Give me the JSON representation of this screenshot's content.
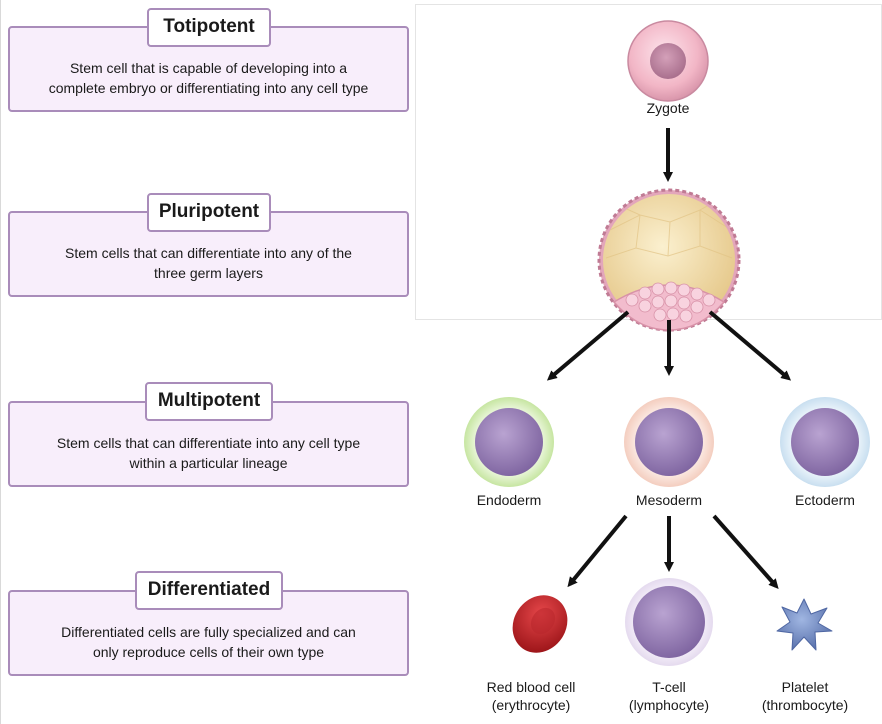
{
  "levels": [
    {
      "title": "Totipotent",
      "description_line1": "Stem cell that is capable of developing into a",
      "description_line2": "complete embryo or differentiating into any cell type"
    },
    {
      "title": "Pluripotent",
      "description_line1": "Stem cells that can differentiate into any of the",
      "description_line2": "three germ layers"
    },
    {
      "title": "Multipotent",
      "description_line1": "Stem cells that can differentiate into any cell type",
      "description_line2": "within a particular lineage"
    },
    {
      "title": "Differentiated",
      "description_line1": "Differentiated cells are fully specialized and can",
      "description_line2": "only reproduce cells of their own type"
    }
  ],
  "cells": {
    "zygote": "Zygote",
    "endoderm": "Endoderm",
    "mesoderm": "Mesoderm",
    "ectoderm": "Ectoderm",
    "red_blood_cell_line1": "Red blood cell",
    "red_blood_cell_line2": "(erythrocyte)",
    "t_cell_line1": "T-cell",
    "t_cell_line2": "(lymphocyte)",
    "platelet_line1": "Platelet",
    "platelet_line2": "(thrombocyte)"
  },
  "colors": {
    "box_fill": "#f8eefb",
    "box_border": "#a98cba",
    "cell_purple": "#9a80b8",
    "endoderm_ring": "#c9e7a6",
    "mesoderm_ring": "#f5d2c6",
    "ectoderm_ring": "#cfe3f2",
    "rbc": "#c8262a"
  }
}
